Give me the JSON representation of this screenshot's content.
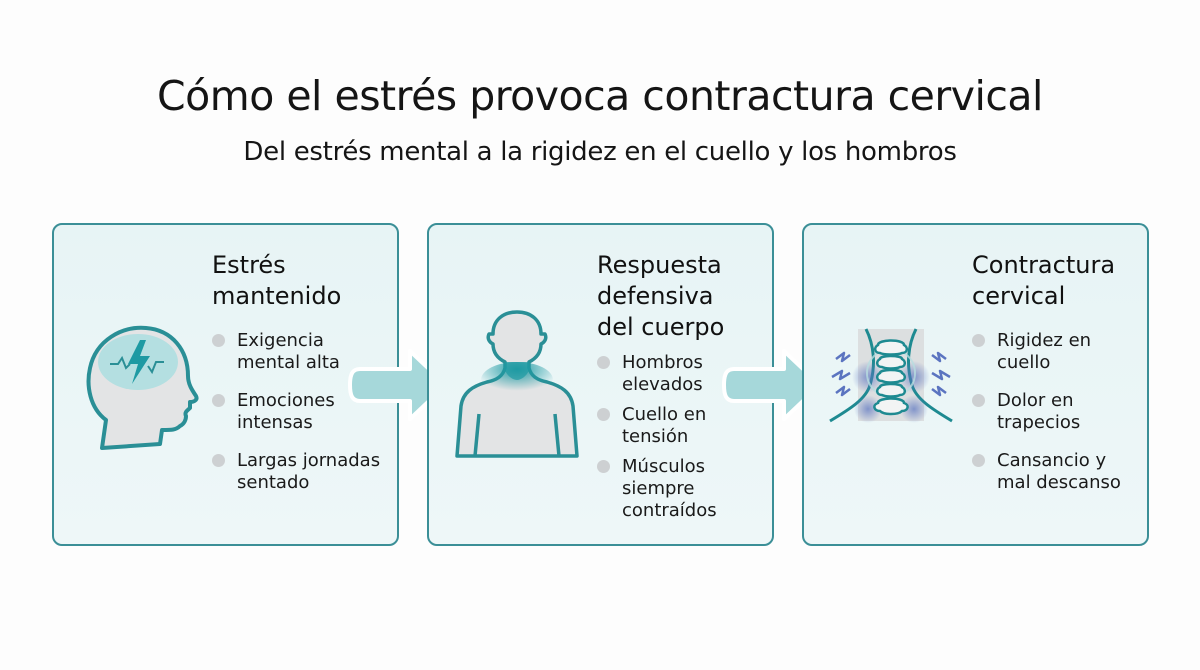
{
  "header": {
    "title": "Cómo el estrés provoca contractura cervical",
    "subtitle": "Del estrés mental a la rigidez en el cuello y los hombros"
  },
  "colors": {
    "accent": "#2a8f96",
    "card_border": "#3b8f97",
    "card_bg": "#eaf5f6",
    "arrow": "#a6d8da",
    "bullet": "#cdd0d2",
    "pain": "#5b74c0"
  },
  "cards": [
    {
      "icon": "stressed-head-icon",
      "heading_lines": [
        "Estrés",
        "mantenido"
      ],
      "items": [
        [
          "Exigencia",
          "mental alta"
        ],
        [
          "Emociones",
          "intensas"
        ],
        [
          "Largas jornadas",
          "sentado"
        ]
      ]
    },
    {
      "icon": "tense-body-icon",
      "heading_lines": [
        "Respuesta",
        "defensiva",
        "del cuerpo"
      ],
      "items": [
        [
          "Hombros",
          "elevados"
        ],
        [
          "Cuello en",
          "tensión"
        ],
        [
          "Músculos",
          "siempre",
          "contraídos"
        ]
      ]
    },
    {
      "icon": "cervical-spine-pain-icon",
      "heading_lines": [
        "Contractura",
        "cervical"
      ],
      "items": [
        [
          "Rigidez en",
          "cuello"
        ],
        [
          "Dolor en",
          "trapecios"
        ],
        [
          "Cansancio y",
          "mal descanso"
        ]
      ]
    }
  ],
  "arrows": [
    "arrow-right-icon",
    "arrow-right-icon"
  ]
}
